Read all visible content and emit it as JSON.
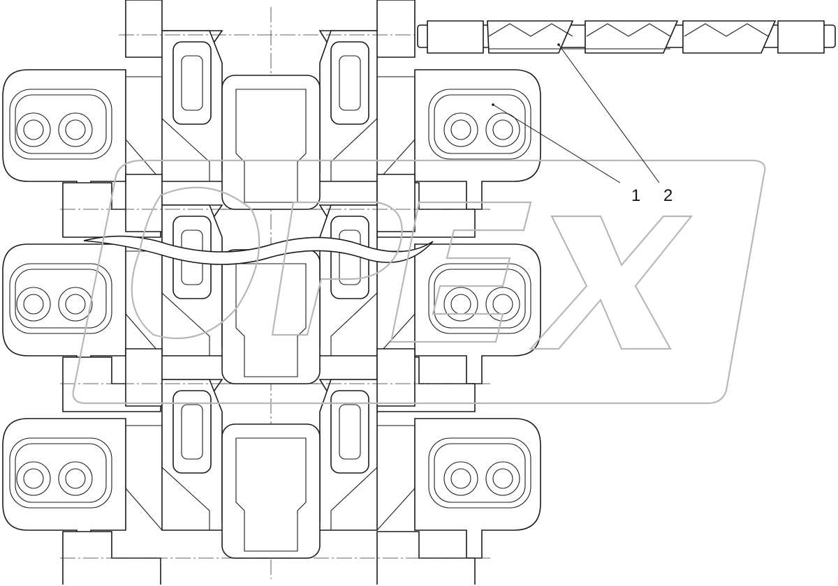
{
  "drawing": {
    "callouts": [
      {
        "label": "1",
        "part": "track-shoe-link"
      },
      {
        "label": "2",
        "part": "track-pin"
      }
    ]
  }
}
